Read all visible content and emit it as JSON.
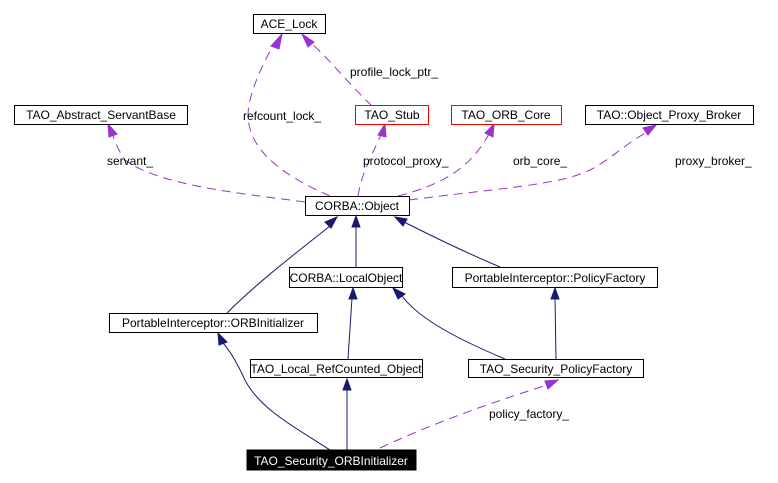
{
  "diagram": {
    "nodes": {
      "ace_lock": {
        "label": "ACE_Lock",
        "border": "#000000"
      },
      "servant_base": {
        "label": "TAO_Abstract_ServantBase",
        "border": "#000000"
      },
      "tao_stub": {
        "label": "TAO_Stub",
        "border": "#ff0000"
      },
      "orb_core": {
        "label": "TAO_ORB_Core",
        "border": "#ff0000"
      },
      "proxy_broker": {
        "label": "TAO::Object_Proxy_Broker",
        "border": "#000000"
      },
      "corba_object": {
        "label": "CORBA::Object",
        "border": "#000000"
      },
      "local_object": {
        "label": "CORBA::LocalObject",
        "border": "#000000"
      },
      "pi_policy_factory": {
        "label": "PortableInterceptor::PolicyFactory",
        "border": "#000000"
      },
      "pi_orb_initializer": {
        "label": "PortableInterceptor::ORBInitializer",
        "border": "#000000"
      },
      "local_refcounted": {
        "label": "TAO_Local_RefCounted_Object",
        "border": "#000000"
      },
      "security_policy_factory": {
        "label": "TAO_Security_PolicyFactory",
        "border": "#000000"
      },
      "security_orb_initializer": {
        "label": "TAO_Security_ORBInitializer",
        "fill": "#000000"
      }
    },
    "edge_labels": {
      "profile_lock_ptr": "profile_lock_ptr_",
      "refcount_lock": "refcount_lock_",
      "servant": "servant_",
      "protocol_proxy": "protocol_proxy_",
      "orb_core": "orb_core_",
      "proxy_broker": "proxy_broker_",
      "policy_factory": "policy_factory_"
    },
    "colors": {
      "inheritance": "#191970",
      "usage": "#9a32cd"
    }
  }
}
